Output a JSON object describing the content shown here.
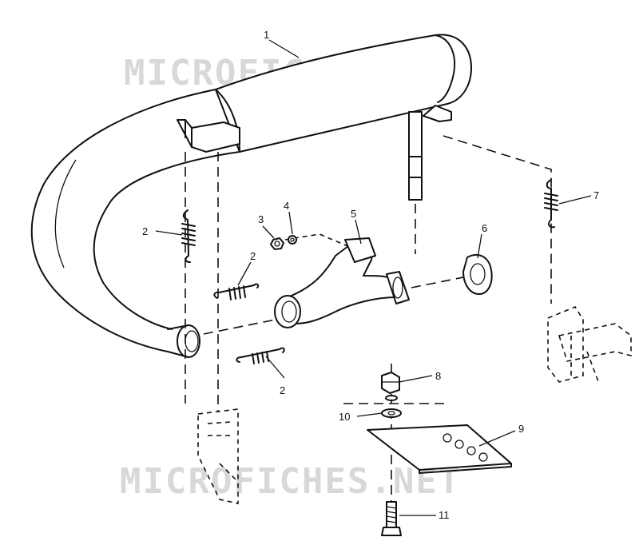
{
  "watermark": {
    "text_top": "MICROFICHES.NET",
    "text_bottom": "MICROFICHES.NET"
  },
  "callouts": {
    "c1": "1",
    "c2a": "2",
    "c2b": "2",
    "c2c": "2",
    "c3": "3",
    "c4": "4",
    "c5": "5",
    "c6": "6",
    "c7": "7",
    "c8": "8",
    "c9": "9",
    "c10": "10",
    "c11": "11"
  }
}
